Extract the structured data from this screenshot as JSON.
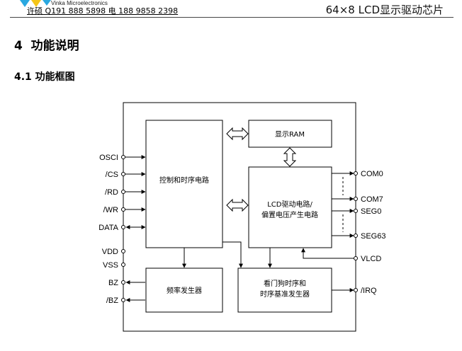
{
  "header": {
    "brand": "Vinka Microelectronics",
    "contact": "许硕 Q191 888 5898 电 188 9858 2398",
    "chip_title": "64×8 LCD显示驱动芯片"
  },
  "section": {
    "title": "4  功能说明",
    "subtitle": "4.1 功能框图"
  },
  "diagram": {
    "blocks": {
      "control": "控制和时序电路",
      "display_ram": "显示RAM",
      "lcd_line1": "LCD驱动电路/",
      "lcd_line2": "偏置电压产生电路",
      "freq": "频率发生器",
      "wdt_line1": "看门狗时序和",
      "wdt_line2": "时序基准发生器"
    },
    "left_pins": [
      "OSCI",
      "/CS",
      "/RD",
      "/WR",
      "DATA",
      "VDD",
      "VSS",
      "BZ",
      "/BZ"
    ],
    "right_pins": [
      "COM0",
      "COM7",
      "SEG0",
      "SEG63",
      "VLCD",
      "/IRQ"
    ]
  },
  "colors": {
    "logo_blue": "#29a8e0",
    "logo_yellow": "#f5c518"
  }
}
